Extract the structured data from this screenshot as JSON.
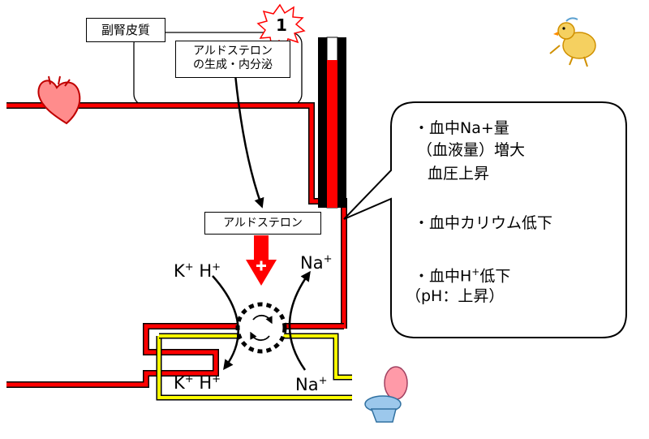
{
  "labels": {
    "adrenal_cortex": "副腎皮質",
    "step_number": "1",
    "aldosterone_production_line1": "アルドステロン",
    "aldosterone_production_line2": "の生成・内分泌",
    "aldosterone": "アルドステロン",
    "plus_sign": "+"
  },
  "ions": {
    "upper_left": {
      "k": "K",
      "k_sup": "+",
      "h": "H",
      "h_sup": "+"
    },
    "upper_right": {
      "na": "Na",
      "na_sup": "+"
    },
    "lower_left": {
      "k": "K",
      "k_sup": "+",
      "h": "H",
      "h_sup": "+"
    },
    "lower_right": {
      "na": "Na",
      "na_sup": "+"
    }
  },
  "effects": {
    "line1": "・血中Na+量",
    "line2": "（血液量）増大",
    "line3": "血圧上昇",
    "line4": "・血中カリウム低下",
    "line5_pre": "・血中H",
    "line5_sup": "+",
    "line5_post": "低下",
    "line6": "（pH：上昇）"
  },
  "colors": {
    "blood": "#ff0000",
    "urine": "#ffff00",
    "outline": "#000000"
  },
  "icons": [
    "heart-icon",
    "burst-icon",
    "chick-icon",
    "toilet-icon",
    "pump-icon",
    "stimulate-arrow-icon"
  ]
}
